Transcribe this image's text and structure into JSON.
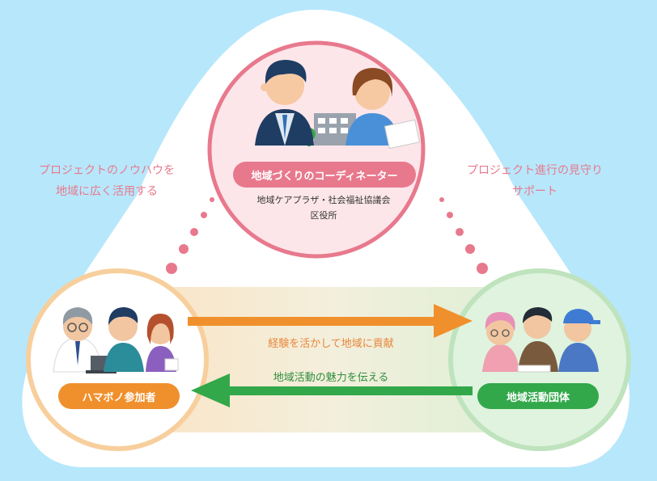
{
  "coordinator": {
    "label": "地域づくりのコーディネーター",
    "orgs": [
      "地域ケアプラザ・社会福祉協議会",
      "区役所"
    ],
    "color": "#e8798d"
  },
  "participants": {
    "label": "ハマボノ参加者",
    "color": "#f0902c"
  },
  "groups": {
    "label": "地域活動団体",
    "color": "#32a84a"
  },
  "notes": {
    "left": [
      "プロジェクトのノウハウを",
      "地域に広く活用する"
    ],
    "right": [
      "プロジェクト進行の見守り",
      "サポート"
    ]
  },
  "flows": {
    "to_groups": "経験を活かして地域に貢献",
    "to_participants": "地域活動の魅力を伝える"
  }
}
